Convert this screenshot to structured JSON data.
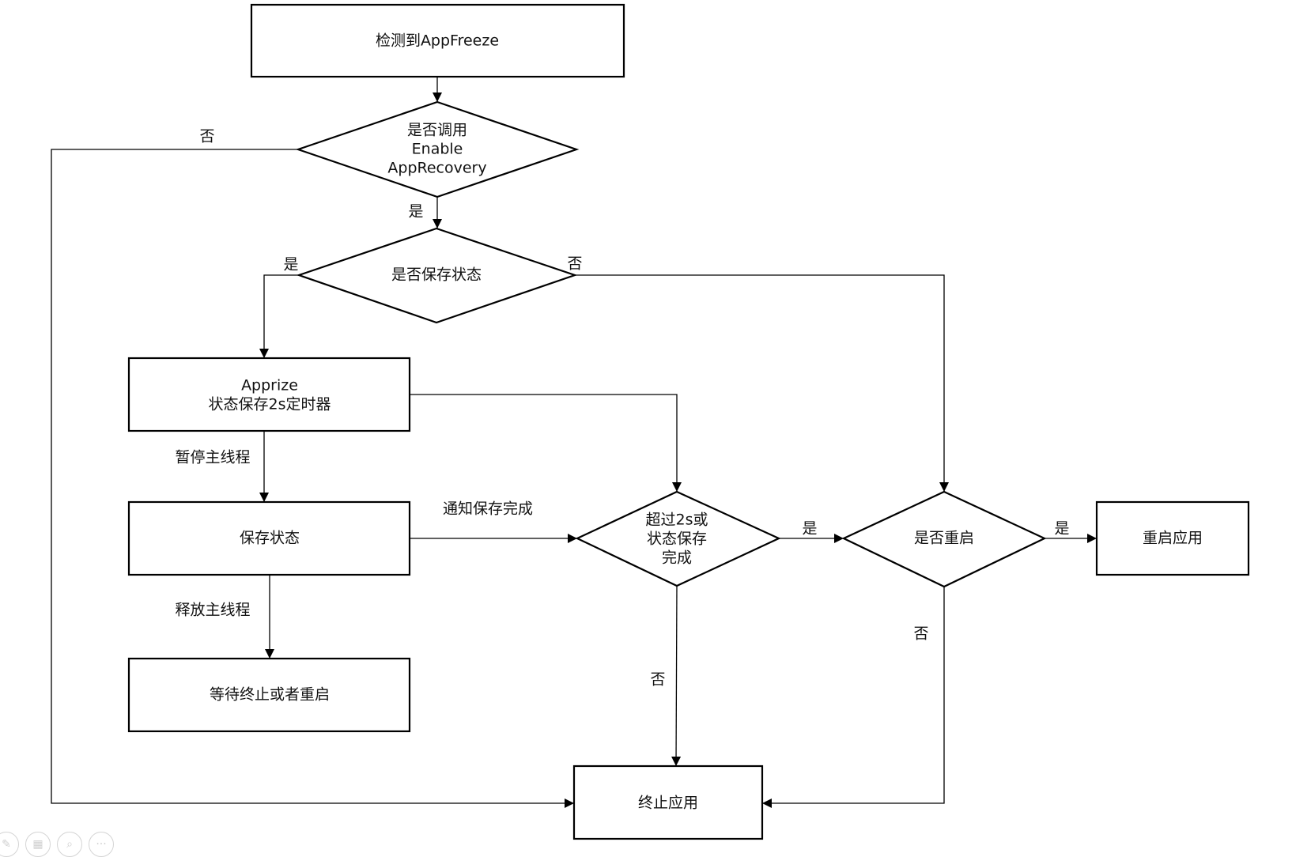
{
  "diagram": {
    "nodes": {
      "detect": "检测到AppFreeze",
      "enable_q_line1": "是否调用",
      "enable_q_line2": "Enable",
      "enable_q_line3": "AppRecovery",
      "save_q": "是否保存状态",
      "timer_line1": "Apprize",
      "timer_line2": "状态保存2s定时器",
      "save_state": "保存状态",
      "wait": "等待终止或者重启",
      "timeout_q_line1": "超过2s或",
      "timeout_q_line2": "状态保存",
      "timeout_q_line3": "完成",
      "restart_q": "是否重启",
      "restart_app": "重启应用",
      "terminate_app": "终止应用"
    },
    "edge_labels": {
      "enable_no": "否",
      "enable_yes": "是",
      "save_yes": "是",
      "save_no": "否",
      "pause_main": "暂停主线程",
      "notify_done": "通知保存完成",
      "release_main": "释放主线程",
      "timeout_yes": "是",
      "timeout_no": "否",
      "restart_yes": "是",
      "restart_no": "否"
    }
  },
  "toolbar": {
    "icons": [
      {
        "name": "pen-icon",
        "glyph": "✎"
      },
      {
        "name": "slides-icon",
        "glyph": "▦"
      },
      {
        "name": "zoom-icon",
        "glyph": "⌕"
      },
      {
        "name": "more-icon",
        "glyph": "···"
      }
    ]
  }
}
